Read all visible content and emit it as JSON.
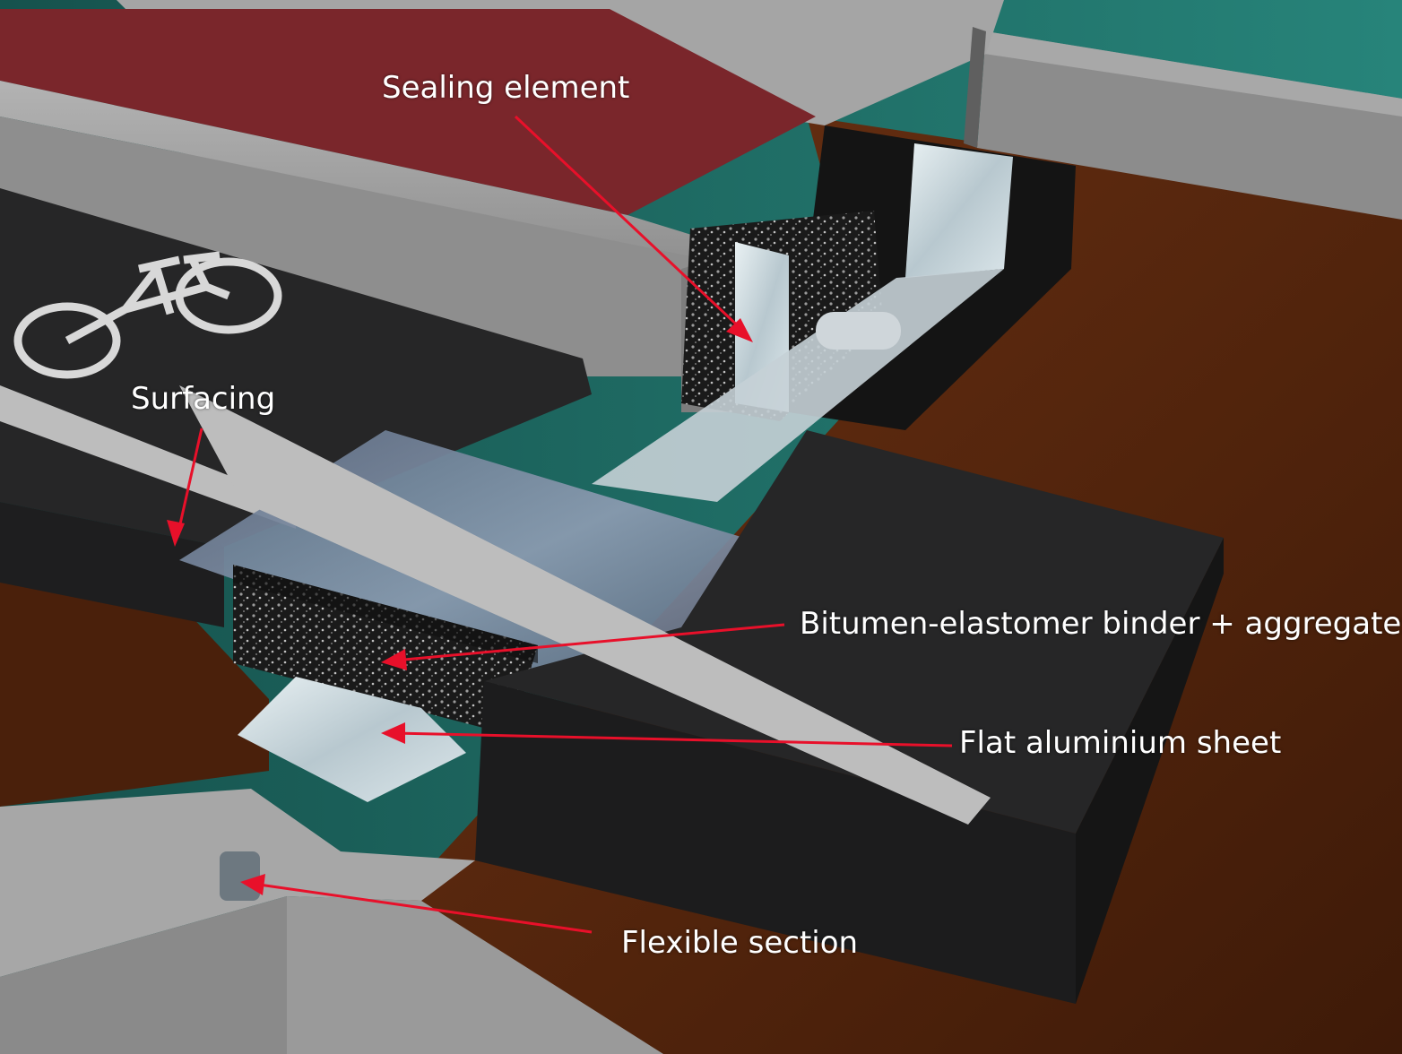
{
  "labels": {
    "sealing_element": "Sealing element",
    "surfacing": "Surfacing",
    "binder_aggregates": "Bitumen-elastomer binder + aggregates",
    "aluminium_sheet": "Flat aluminium sheet",
    "flexible_section": "Flexible section"
  },
  "colors": {
    "annotation_arrow": "#e8102a",
    "annotation_text": "#ffffff",
    "cycle_lane": "#7a262b",
    "asphalt": "#2a2a2b",
    "concrete": "#9b9b9b",
    "bridge_deck": "#5a2a10",
    "water": "#1e6b62",
    "aluminium": "#c9d6dc"
  },
  "icons": [
    "bicycle-icon"
  ]
}
